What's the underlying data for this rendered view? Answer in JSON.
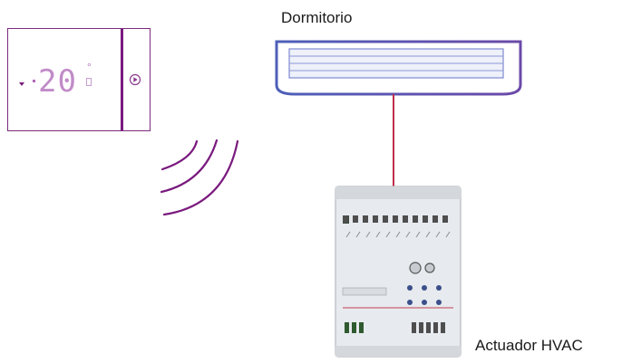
{
  "room_label": "Dormitorio",
  "actuator_label": "Actuador HVAC",
  "thermostat": {
    "temperature": "20",
    "degree_symbol": "°",
    "menu_icon": "triangle-down-icon",
    "play_icon": "play-circle-icon"
  },
  "colors": {
    "accent": "#7a1a7e",
    "display": "#c18bc8",
    "link_line": "#c0304a",
    "ac_outline": "#5a6cc0"
  }
}
